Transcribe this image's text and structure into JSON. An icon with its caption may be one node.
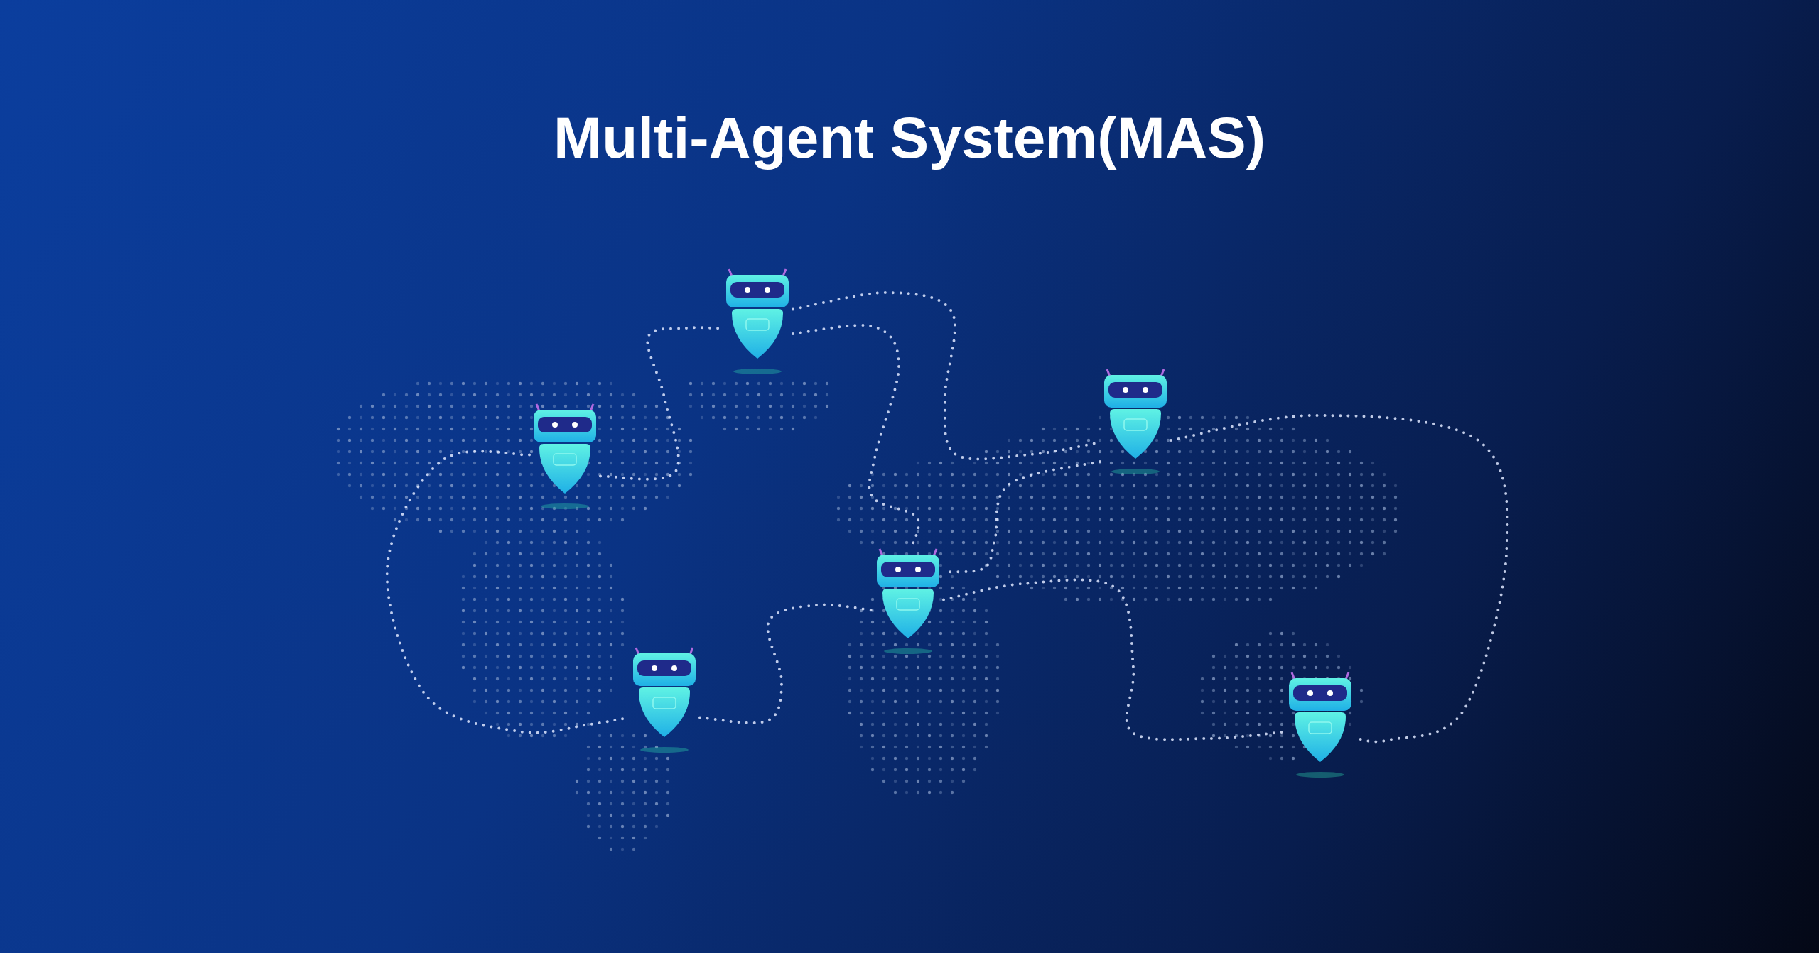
{
  "diagram": {
    "title": "Multi-Agent System(MAS)",
    "nodes": [
      {
        "text": [],
        "shape": "picture"
      },
      {
        "text": [],
        "shape": "picture"
      },
      {
        "text": [],
        "shape": "picture"
      },
      {
        "text": [],
        "shape": "picture"
      },
      {
        "text": [],
        "shape": "picture"
      },
      {
        "text": [],
        "shape": "picture"
      }
    ],
    "edges": [
      {
        "from": 0,
        "to": 1,
        "arrow": "none",
        "style": "dashed"
      },
      {
        "from": 1,
        "to": 2,
        "arrow": "none",
        "style": "dashed"
      },
      {
        "from": 1,
        "to": 3,
        "arrow": "none",
        "style": "dashed"
      },
      {
        "from": 2,
        "to": 3,
        "arrow": "none",
        "style": "dashed"
      },
      {
        "from": 2,
        "to": 5,
        "arrow": "none",
        "style": "dashed"
      },
      {
        "from": 0,
        "to": 4,
        "arrow": "none",
        "style": "dashed"
      },
      {
        "from": 4,
        "to": 3,
        "arrow": "none",
        "style": "dashed"
      },
      {
        "from": 3,
        "to": 5,
        "arrow": "none",
        "style": "dashed"
      }
    ]
  }
}
